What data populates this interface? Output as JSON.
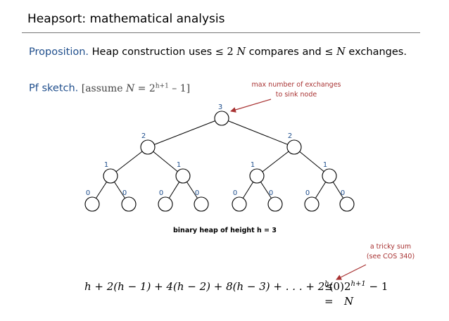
{
  "title": "Heapsort:  mathematical analysis",
  "proposition": {
    "label": "Proposition.",
    "text1": " Heap construction uses ",
    "bound1": "≤ 2 ",
    "var1": "N",
    "text2": " compares and ",
    "bound2": "≤ ",
    "var2": "N",
    "text3": " exchanges."
  },
  "pf": {
    "label": "Pf sketch.",
    "open": "  [assume ",
    "var": "N",
    "eq": " = 2",
    "exp": "h+1",
    "tail": " – 1]"
  },
  "tree": {
    "height_caption": "binary heap of height h = 3",
    "root_label": "3",
    "level1_labels": [
      "2",
      "2"
    ],
    "level2_labels": [
      "1",
      "1",
      "1",
      "1"
    ],
    "level3_labels": [
      "0",
      "0",
      "0",
      "0",
      "0",
      "0",
      "0",
      "0"
    ],
    "node_color": "#000000",
    "label_color": "#1f4e8c"
  },
  "annotations": {
    "exchanges_line1": "max number of exchanges",
    "exchanges_line2": "to sink node",
    "sum_line1": "a tricky sum",
    "sum_line2": "(see COS 340)",
    "color": "#a83232"
  },
  "equation": {
    "lhs_a": "h + 2(h − 1) + 4(h − 2) + 8(h − 3) + . . . + 2",
    "lhs_exp": "h",
    "lhs_b": "(0)",
    "rel1": "≤",
    "rhs1_base": "2",
    "rhs1_exp": "h+1",
    "rhs1_tail": " − 1",
    "rel2": "=",
    "rhs2": "N"
  }
}
